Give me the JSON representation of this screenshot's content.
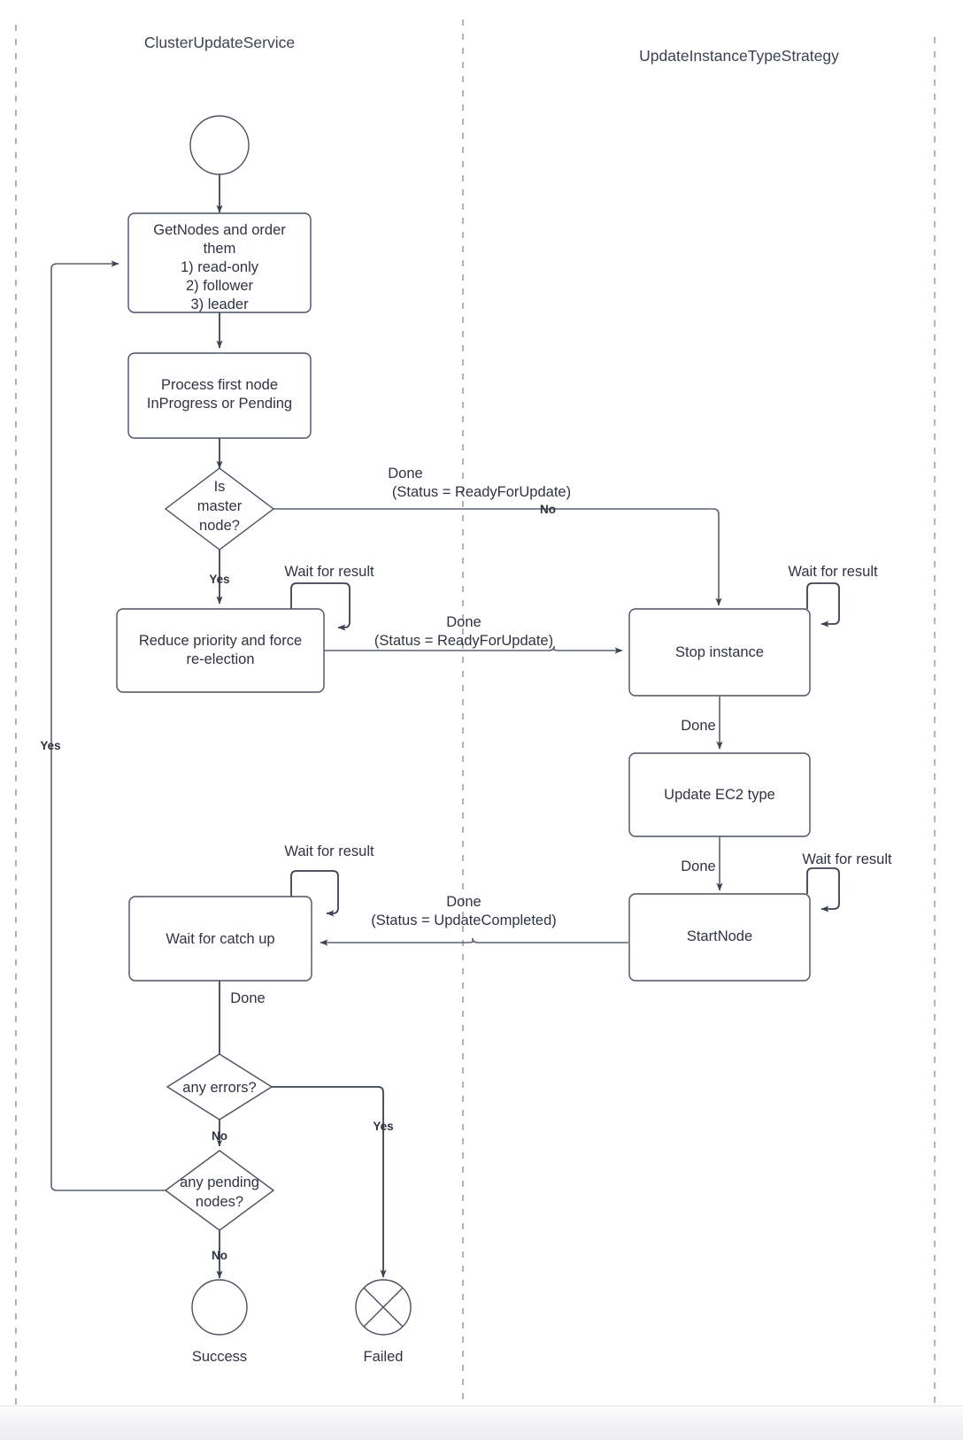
{
  "diagram": {
    "type": "swimlane-flowchart",
    "title": "Cluster node update flow",
    "colors": {
      "shape_stroke": "#4b5160",
      "shape_fill": "#ffffff",
      "edge_stroke": "#5c6270",
      "text": "#2e3440",
      "lane_divider": "#9aa0ac",
      "background": "#ffffff"
    },
    "lanes": [
      {
        "id": "lane-cluster",
        "title": "ClusterUpdateService"
      },
      {
        "id": "lane-strategy",
        "title": "UpdateInstanceTypeStrategy"
      }
    ],
    "nodes": [
      {
        "id": "start",
        "shape": "circle",
        "label": "",
        "lane": "lane-cluster"
      },
      {
        "id": "get-nodes",
        "shape": "process",
        "label": "GetNodes and order them\n1) read-only\n2) follower\n3) leader",
        "lines": [
          "GetNodes and order",
          "them",
          "1) read-only",
          "2) follower",
          "3) leader"
        ],
        "lane": "lane-cluster"
      },
      {
        "id": "process-first-node",
        "shape": "process",
        "lines": [
          "Process first node",
          "InProgress or Pending"
        ],
        "lane": "lane-cluster"
      },
      {
        "id": "is-master-node",
        "shape": "decision",
        "lines": [
          "Is",
          "master",
          "node?"
        ],
        "lane": "lane-cluster"
      },
      {
        "id": "reduce-priority",
        "shape": "process",
        "lines": [
          "Reduce priority and force",
          "re-election"
        ],
        "lane": "lane-cluster"
      },
      {
        "id": "stop-instance",
        "shape": "process",
        "lines": [
          "Stop instance"
        ],
        "lane": "lane-strategy"
      },
      {
        "id": "update-ec2-type",
        "shape": "process",
        "lines": [
          "Update EC2 type"
        ],
        "lane": "lane-strategy"
      },
      {
        "id": "start-node",
        "shape": "process",
        "lines": [
          "StartNode"
        ],
        "lane": "lane-strategy"
      },
      {
        "id": "wait-for-catch-up",
        "shape": "process",
        "lines": [
          "Wait for catch up"
        ],
        "lane": "lane-cluster"
      },
      {
        "id": "any-errors",
        "shape": "decision",
        "lines": [
          "any errors?"
        ],
        "lane": "lane-cluster"
      },
      {
        "id": "any-pending-nodes",
        "shape": "decision",
        "lines": [
          "any pending",
          "nodes?"
        ],
        "lane": "lane-cluster"
      },
      {
        "id": "success",
        "shape": "end-circle",
        "label": "Success",
        "lane": "lane-cluster"
      },
      {
        "id": "failed",
        "shape": "end-circle-x",
        "label": "Failed",
        "lane": "lane-cluster"
      }
    ],
    "edge_labels": {
      "is_master_no": "No",
      "is_master_yes": "Yes",
      "done_ready_top_l1": "Done",
      "done_ready_top_l2": "(Status = ReadyForUpdate)",
      "done_ready_mid_l1": "Done",
      "done_ready_mid_l2": "(Status = ReadyForUpdate)",
      "done_update_completed_l1": "Done",
      "done_update_completed_l2": "(Status = UpdateCompleted)",
      "wait_for_result_reduce": "Wait for result",
      "wait_for_result_stop": "Wait for result",
      "wait_for_result_start_node": "Wait for result",
      "wait_for_result_catch_up": "Wait for result",
      "done_stop_to_ec2": "Done",
      "done_ec2_to_startnode": "Done",
      "done_catchup_to_errors": "Done",
      "errors_no": "No",
      "errors_yes": "Yes",
      "pending_no": "No",
      "pending_yes": "Yes"
    },
    "terminals": {
      "success_label": "Success",
      "failed_label": "Failed"
    }
  }
}
